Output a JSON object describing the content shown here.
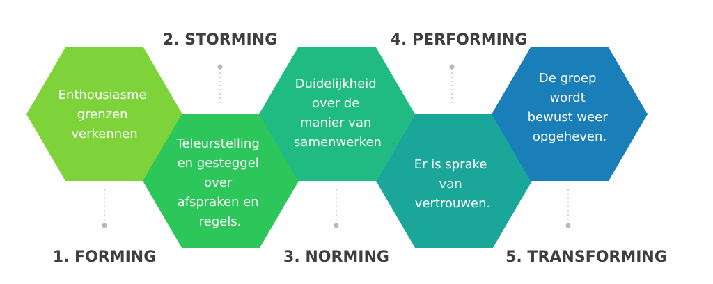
{
  "stages": [
    {
      "title": "1. FORMING",
      "color": "#7ed33a",
      "lines": [
        "Enthousiasme",
        "grenzen",
        "verkennen"
      ]
    },
    {
      "title": "2. STORMING",
      "color": "#2dc65a",
      "lines": [
        "Teleurstelling",
        "en  gesteggel",
        "over",
        "afspraken en",
        "regels."
      ]
    },
    {
      "title": "3. NORMING",
      "color": "#1fbb82",
      "lines": [
        "Duidelijkheid",
        "over de",
        "manier van",
        "samenwerken"
      ]
    },
    {
      "title": "4. PERFORMING",
      "color": "#1aa699",
      "lines": [
        "Er is sprake",
        "van",
        "vertrouwen."
      ]
    },
    {
      "title": "5. TRANSFORMING",
      "color": "#1a7fb8",
      "lines": [
        "De groep",
        "wordt",
        "bewust weer",
        "opgeheven."
      ]
    }
  ]
}
